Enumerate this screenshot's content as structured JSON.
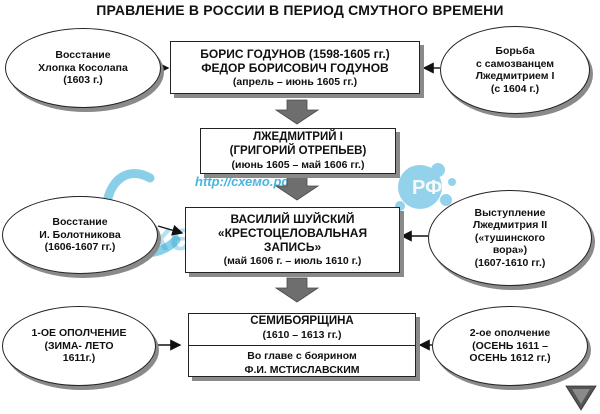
{
  "title": "ПРАВЛЕНИЕ В РОССИИ В ПЕРИОД СМУТНОГО ВРЕМЕНИ",
  "center_boxes": [
    {
      "lines": [
        "БОРИС ГОДУНОВ (1598-1605 гг.)",
        "ФЕДОР БОРИСОВИЧ ГОДУНОВ",
        "(апрель – июнь 1605 гг.)"
      ]
    },
    {
      "lines": [
        "ЛЖЕДМИТРИЙ I",
        "(ГРИГОРИЙ ОТРЕПЬЕВ)",
        "(июнь 1605 – май 1606 гг.)"
      ]
    },
    {
      "lines": [
        "ВАСИЛИЙ ШУЙСКИЙ",
        "«КРЕСТОЦЕЛОВАЛЬНАЯ",
        "ЗАПИСЬ»",
        "(май 1606 г. – июль 1610 г.)"
      ]
    },
    {
      "top_lines": [
        "СЕМИБОЯРЩИНА",
        "(1610 – 1613 гг.)"
      ],
      "bottom_lines": [
        "Во главе с боярином",
        "Ф.И. МСТИСЛАВСКИМ"
      ]
    }
  ],
  "left_ovals": [
    {
      "lines": [
        "Восстание",
        "Хлопка Косолапа",
        "(1603 г.)"
      ]
    },
    {
      "lines": [
        "Восстание",
        "И. Болотникова",
        "(1606-1607 гг.)"
      ]
    },
    {
      "lines": [
        "1-ОЕ ОПОЛЧЕНИЕ",
        "(ЗИМА- ЛЕТО",
        "1611г.)"
      ]
    }
  ],
  "right_ovals": [
    {
      "lines": [
        "Борьба",
        "с самозванцем",
        "Лжедмитрием I",
        "(с 1604 г.)"
      ]
    },
    {
      "lines": [
        "Выступление",
        "Лжедмитрия II",
        "(«тушинского",
        "вора»)",
        "(1607-1610 гг.)"
      ]
    },
    {
      "lines": [
        "2-ое ополчение",
        "(ОСЕНЬ 1611 –",
        "ОСЕНЬ 1612 гг.)"
      ]
    }
  ],
  "watermark": {
    "url": "http://схемо.рф",
    "logo": "Схемо",
    "badge": "РФ"
  },
  "colors": {
    "arrow": "#6e6e6e",
    "watermark": "#2aa7d6",
    "shadow": "#8a8a8a"
  }
}
